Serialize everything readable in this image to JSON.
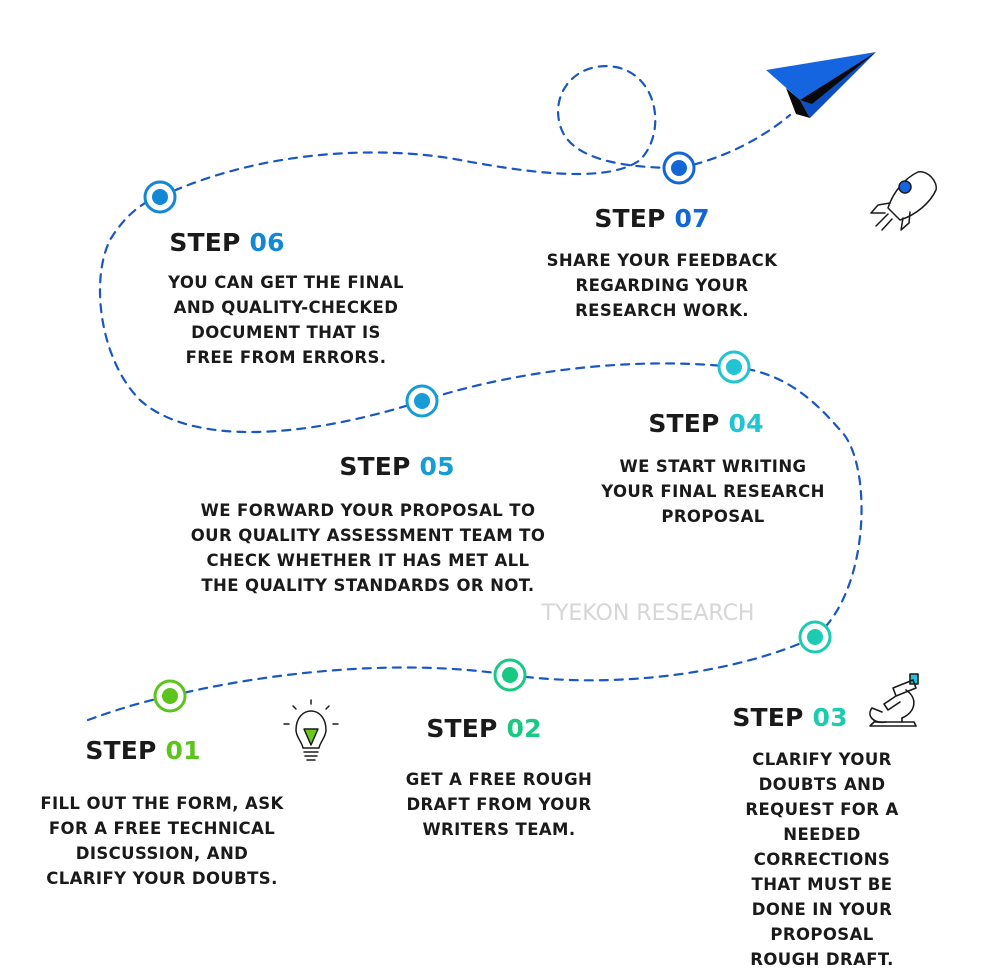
{
  "steps": [
    {
      "word": "STEP",
      "number": "01",
      "color": "#5cc41d",
      "lines": [
        "FILL OUT THE FORM, ASK",
        "FOR A FREE TECHNICAL",
        "DISCUSSION, AND",
        "CLARIFY YOUR DOUBTS."
      ]
    },
    {
      "word": "STEP",
      "number": "02",
      "color": "#18c984",
      "lines": [
        "GET A FREE ROUGH",
        "DRAFT FROM YOUR",
        "WRITERS TEAM."
      ]
    },
    {
      "word": "STEP",
      "number": "03",
      "color": "#1bccb0",
      "lines": [
        "CLARIFY YOUR DOUBTS AND",
        "REQUEST FOR A NEEDED",
        "CORRECTIONS THAT MUST BE",
        "DONE IN YOUR PROPOSAL",
        "ROUGH DRAFT."
      ]
    },
    {
      "word": "STEP",
      "number": "04",
      "color": "#22c3d2",
      "lines": [
        "WE START WRITING",
        "YOUR FINAL RESEARCH",
        "PROPOSAL"
      ]
    },
    {
      "word": "STEP",
      "number": "05",
      "color": "#169cd6",
      "lines": [
        "WE FORWARD YOUR PROPOSAL TO",
        "OUR QUALITY ASSESSMENT TEAM TO",
        "CHECK WHETHER IT HAS MET ALL",
        "THE QUALITY STANDARDS OR NOT."
      ]
    },
    {
      "word": "STEP",
      "number": "06",
      "color": "#1187d6",
      "lines": [
        "YOU CAN GET THE FINAL",
        "AND QUALITY-CHECKED",
        "DOCUMENT THAT IS",
        "FREE FROM ERRORS."
      ]
    },
    {
      "word": "STEP",
      "number": "07",
      "color": "#1366d4",
      "lines": [
        "SHARE YOUR FEEDBACK",
        "REGARDING YOUR",
        "RESEARCH WORK."
      ]
    }
  ],
  "watermark": "TYEKON RESEARCH",
  "colors": {
    "path": "#1a56c4",
    "text": "#1a1a1a",
    "plane": "#1565e0",
    "plane_shadow": "#0a0a0a"
  },
  "icons": [
    "lightbulb-icon",
    "microscope-icon",
    "rocket-icon",
    "paper-plane-icon"
  ]
}
